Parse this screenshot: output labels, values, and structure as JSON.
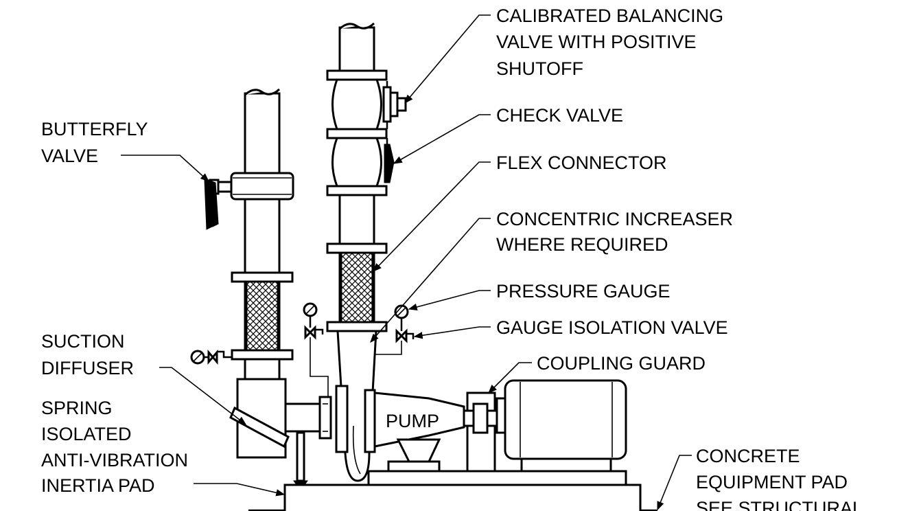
{
  "labels": {
    "balancing_valve": [
      "CALIBRATED BALANCING",
      "VALVE WITH POSITIVE",
      "SHUTOFF"
    ],
    "check_valve": [
      "CHECK VALVE"
    ],
    "flex_connector": [
      "FLEX CONNECTOR"
    ],
    "concentric_increaser": [
      "CONCENTRIC INCREASER",
      "WHERE REQUIRED"
    ],
    "pressure_gauge": [
      "PRESSURE GAUGE"
    ],
    "gauge_isolation_valve": [
      "GAUGE ISOLATION VALVE"
    ],
    "coupling_guard": [
      "COUPLING GUARD"
    ],
    "butterfly_valve": [
      "BUTTERFLY",
      "VALVE"
    ],
    "suction_diffuser": [
      "SUCTION",
      "DIFFUSER"
    ],
    "inertia_pad": [
      "SPRING",
      "ISOLATED",
      "ANTI-VIBRATION",
      "INERTIA PAD"
    ],
    "concrete_pad": [
      "CONCRETE",
      "EQUIPMENT PAD",
      "SEE STRUCTURAL"
    ],
    "pump": "PUMP"
  }
}
